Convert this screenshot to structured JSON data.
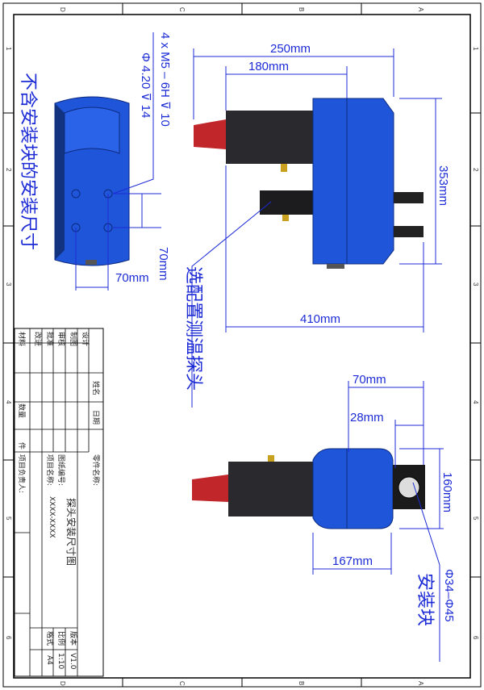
{
  "zones": {
    "letters": [
      "D",
      "C",
      "B",
      "A"
    ],
    "numbers": [
      "1",
      "2",
      "3",
      "4",
      "5",
      "6"
    ]
  },
  "left_view": {
    "thread_note": "4 x M5 – 6H ⊽ 10",
    "hole_note": "Φ 4.20 ⊽ 14",
    "dim_vertical": "70mm",
    "dim_horizontal": "70mm",
    "caption": "不含安装块的安装尺寸"
  },
  "top_view": {
    "dim_250": "250mm",
    "dim_180": "180mm",
    "dim_353": "353mm",
    "dim_410": "410mm",
    "probe_label": "选配置测温探头"
  },
  "side_view": {
    "dim_70": "70mm",
    "dim_28": "28mm",
    "dim_160": "160mm",
    "dim_167": "167mm",
    "bore_note": "Φ34–Φ45",
    "mount_label": "安装块"
  },
  "title_block": {
    "rows": [
      "设计",
      "制图",
      "审核",
      "批准",
      "改进",
      "材料"
    ],
    "name_header": "姓名",
    "date_header": "日期",
    "qty_label": "数量",
    "unit_label": "件",
    "part_name_label": "零件名称:",
    "part_name": "探头安装尺寸图",
    "drawing_no_label": "图纸编号:",
    "drawing_no": "XXXX-XXXX",
    "project_name_label": "项目名称:",
    "project_lead_label": "项目负责人:",
    "version_label": "版本",
    "version": "V1.0",
    "scale_label": "比例",
    "scale": "1:10",
    "format_label": "格式",
    "format": "A4"
  },
  "colors": {
    "body": "#1f55d8",
    "dark": "#2a2a2e",
    "tip": "#c0262a",
    "dim": "#1c2bd6"
  }
}
